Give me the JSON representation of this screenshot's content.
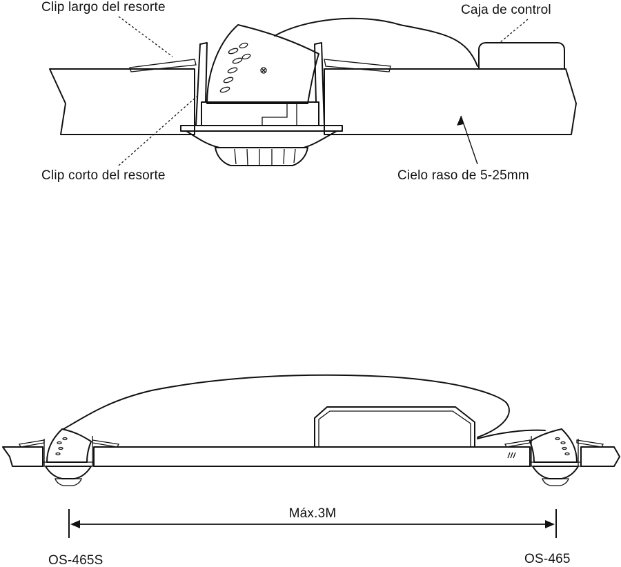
{
  "top_diagram": {
    "label_long_clip": "Clip largo del resorte",
    "label_control_box": "Caja de control",
    "label_short_clip": "Clip corto del resorte",
    "label_ceiling": "Cielo raso de 5-25mm"
  },
  "bottom_diagram": {
    "label_max_distance": "Máx.3M",
    "label_left_sensor": "OS-465S",
    "label_right_sensor": "OS-465"
  }
}
